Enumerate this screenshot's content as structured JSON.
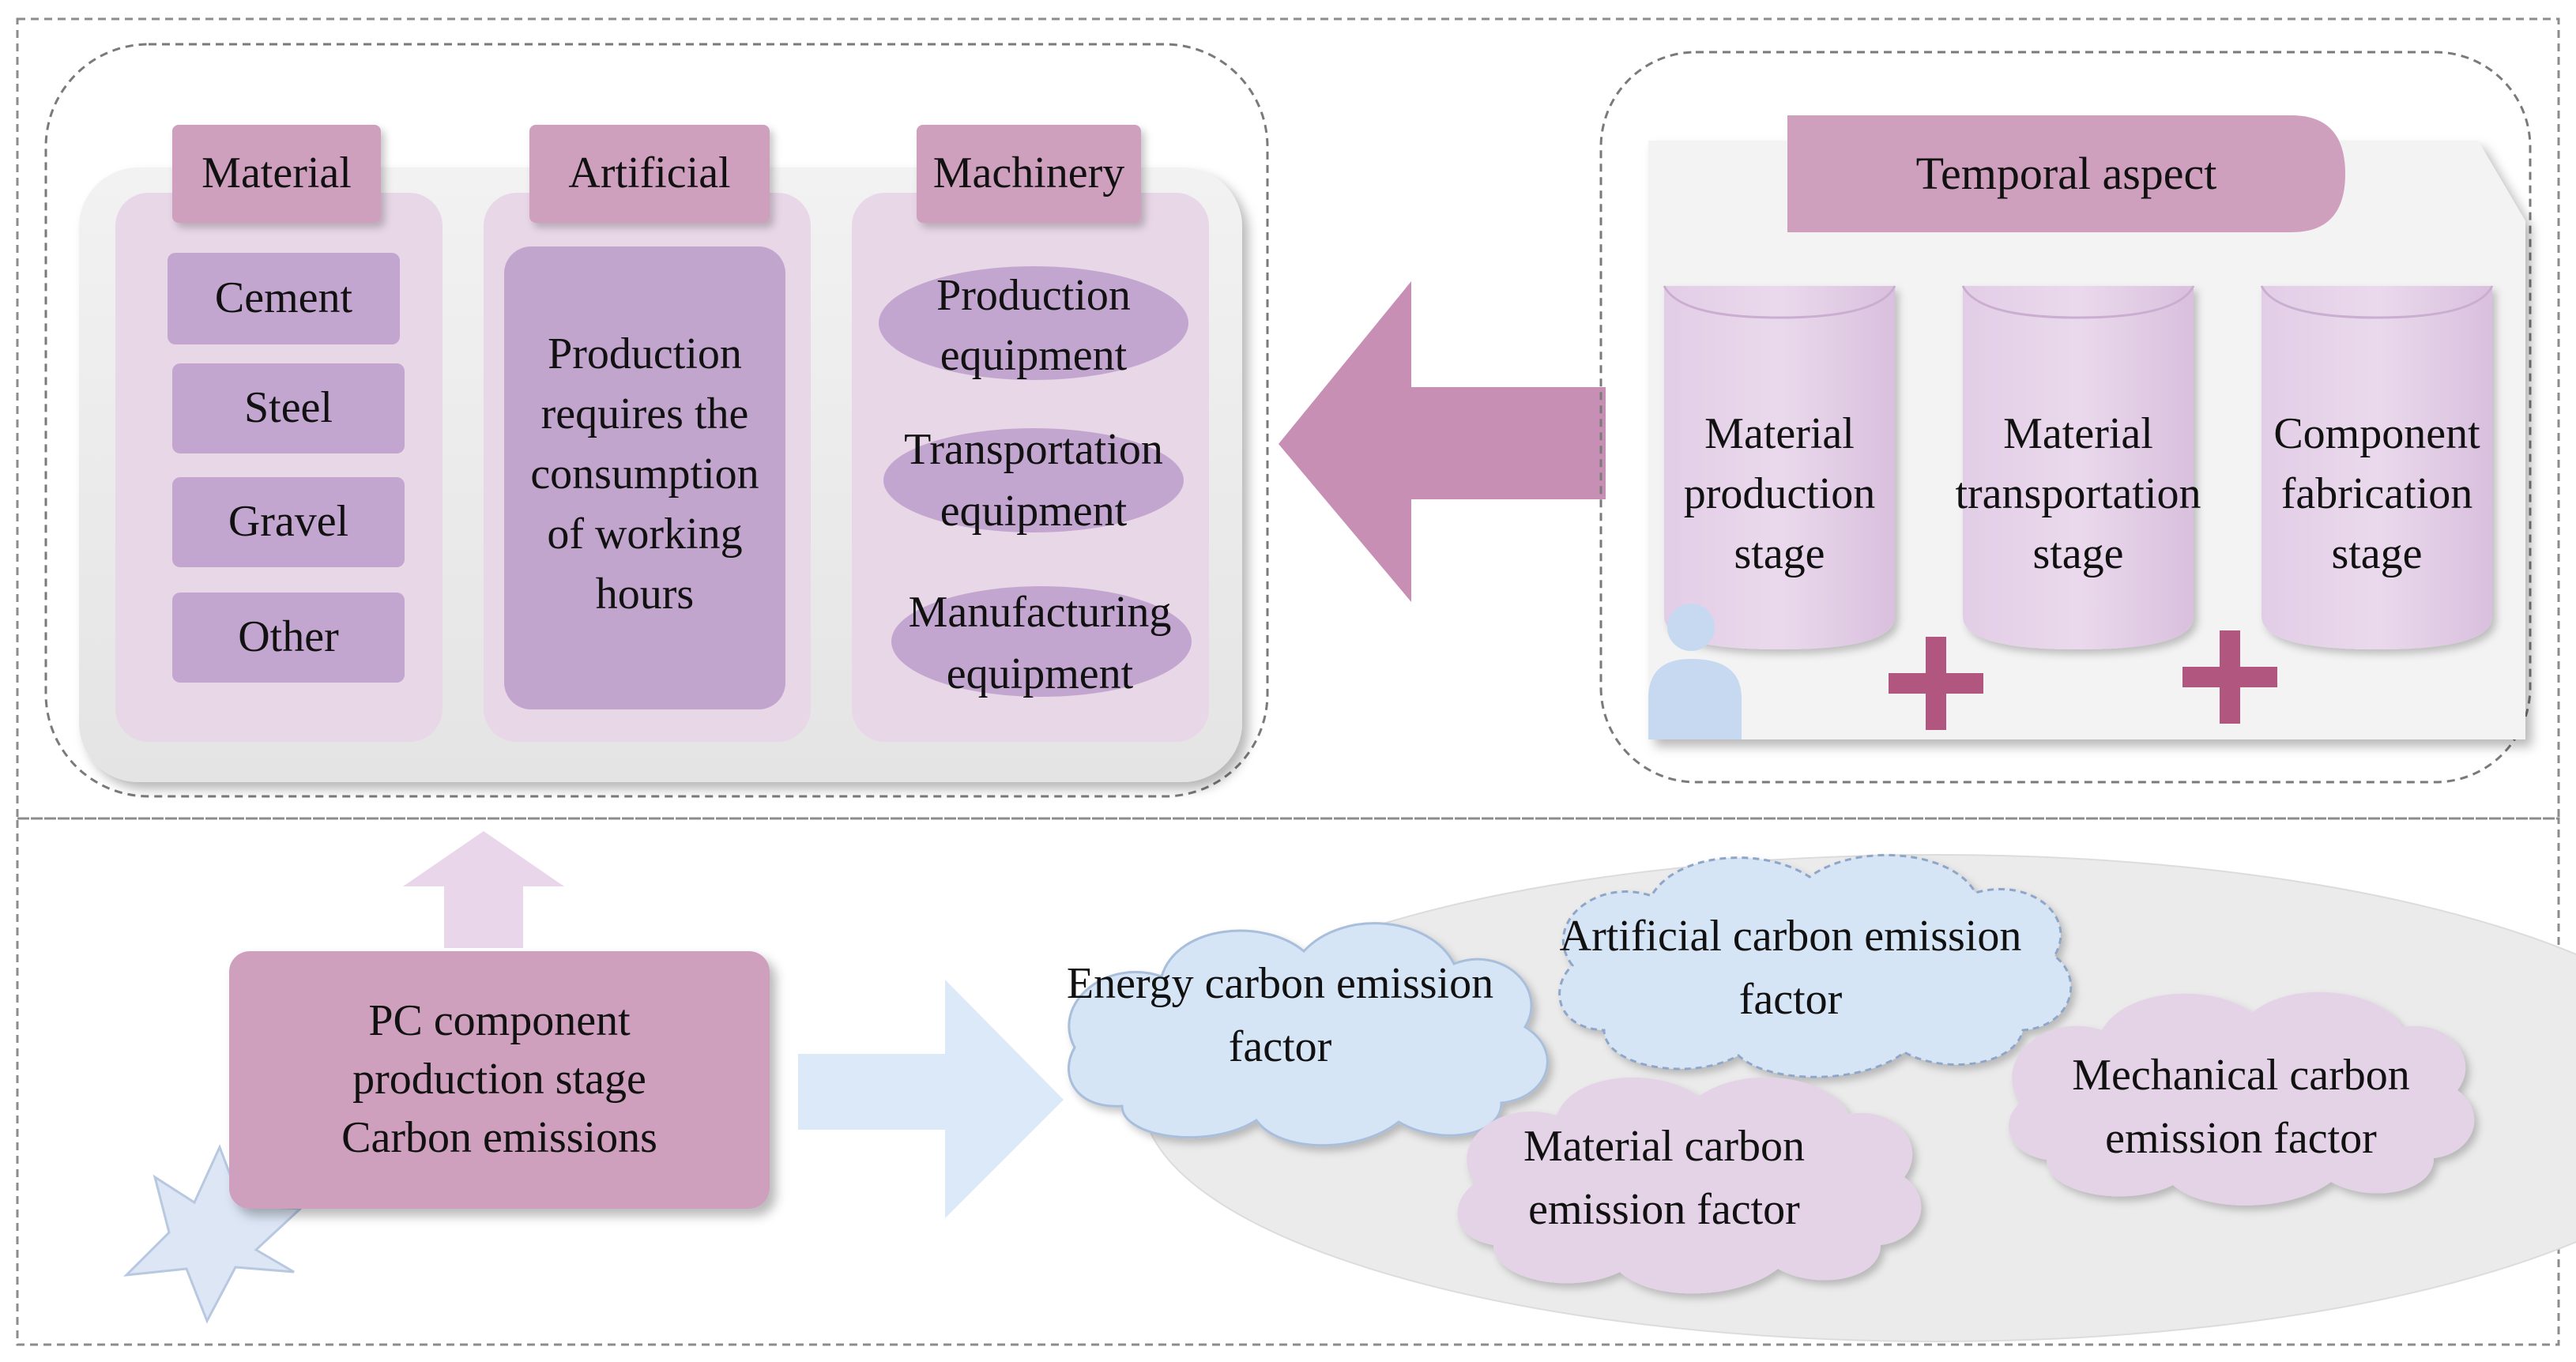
{
  "top_panel": {
    "material": {
      "header": "Material",
      "items": [
        "Cement",
        "Steel",
        "Gravel",
        "Other"
      ]
    },
    "artificial": {
      "header": "Artificial",
      "body": "Production\nrequires the\nconsumption\nof working\nhours"
    },
    "machinery": {
      "header": "Machinery",
      "items": [
        "Production\nequipment",
        "Transportation\nequipment",
        "Manufacturing\nequipment"
      ]
    },
    "temporal": {
      "header": "Temporal aspect",
      "stages": [
        "Material\nproduction\nstage",
        "Material\ntransportation\nstage",
        "Component\nfabrication\nstage"
      ]
    }
  },
  "bottom_panel": {
    "source": "PC component\nproduction stage\nCarbon emissions",
    "factors": {
      "energy": "Energy carbon emission\nfactor",
      "artificial": "Artificial carbon emission\nfactor",
      "mechanical": "Mechanical carbon\nemission factor",
      "material": "Material carbon\nemission factor"
    }
  },
  "colors": {
    "mauve": "#cfa0bd",
    "mauve_dark": "#b26e98",
    "lavender": "#c3a6cf",
    "panel_pink": "#e9d6e7",
    "light_blue": "#dce9f8",
    "grey_ellipse": "#ececec"
  }
}
